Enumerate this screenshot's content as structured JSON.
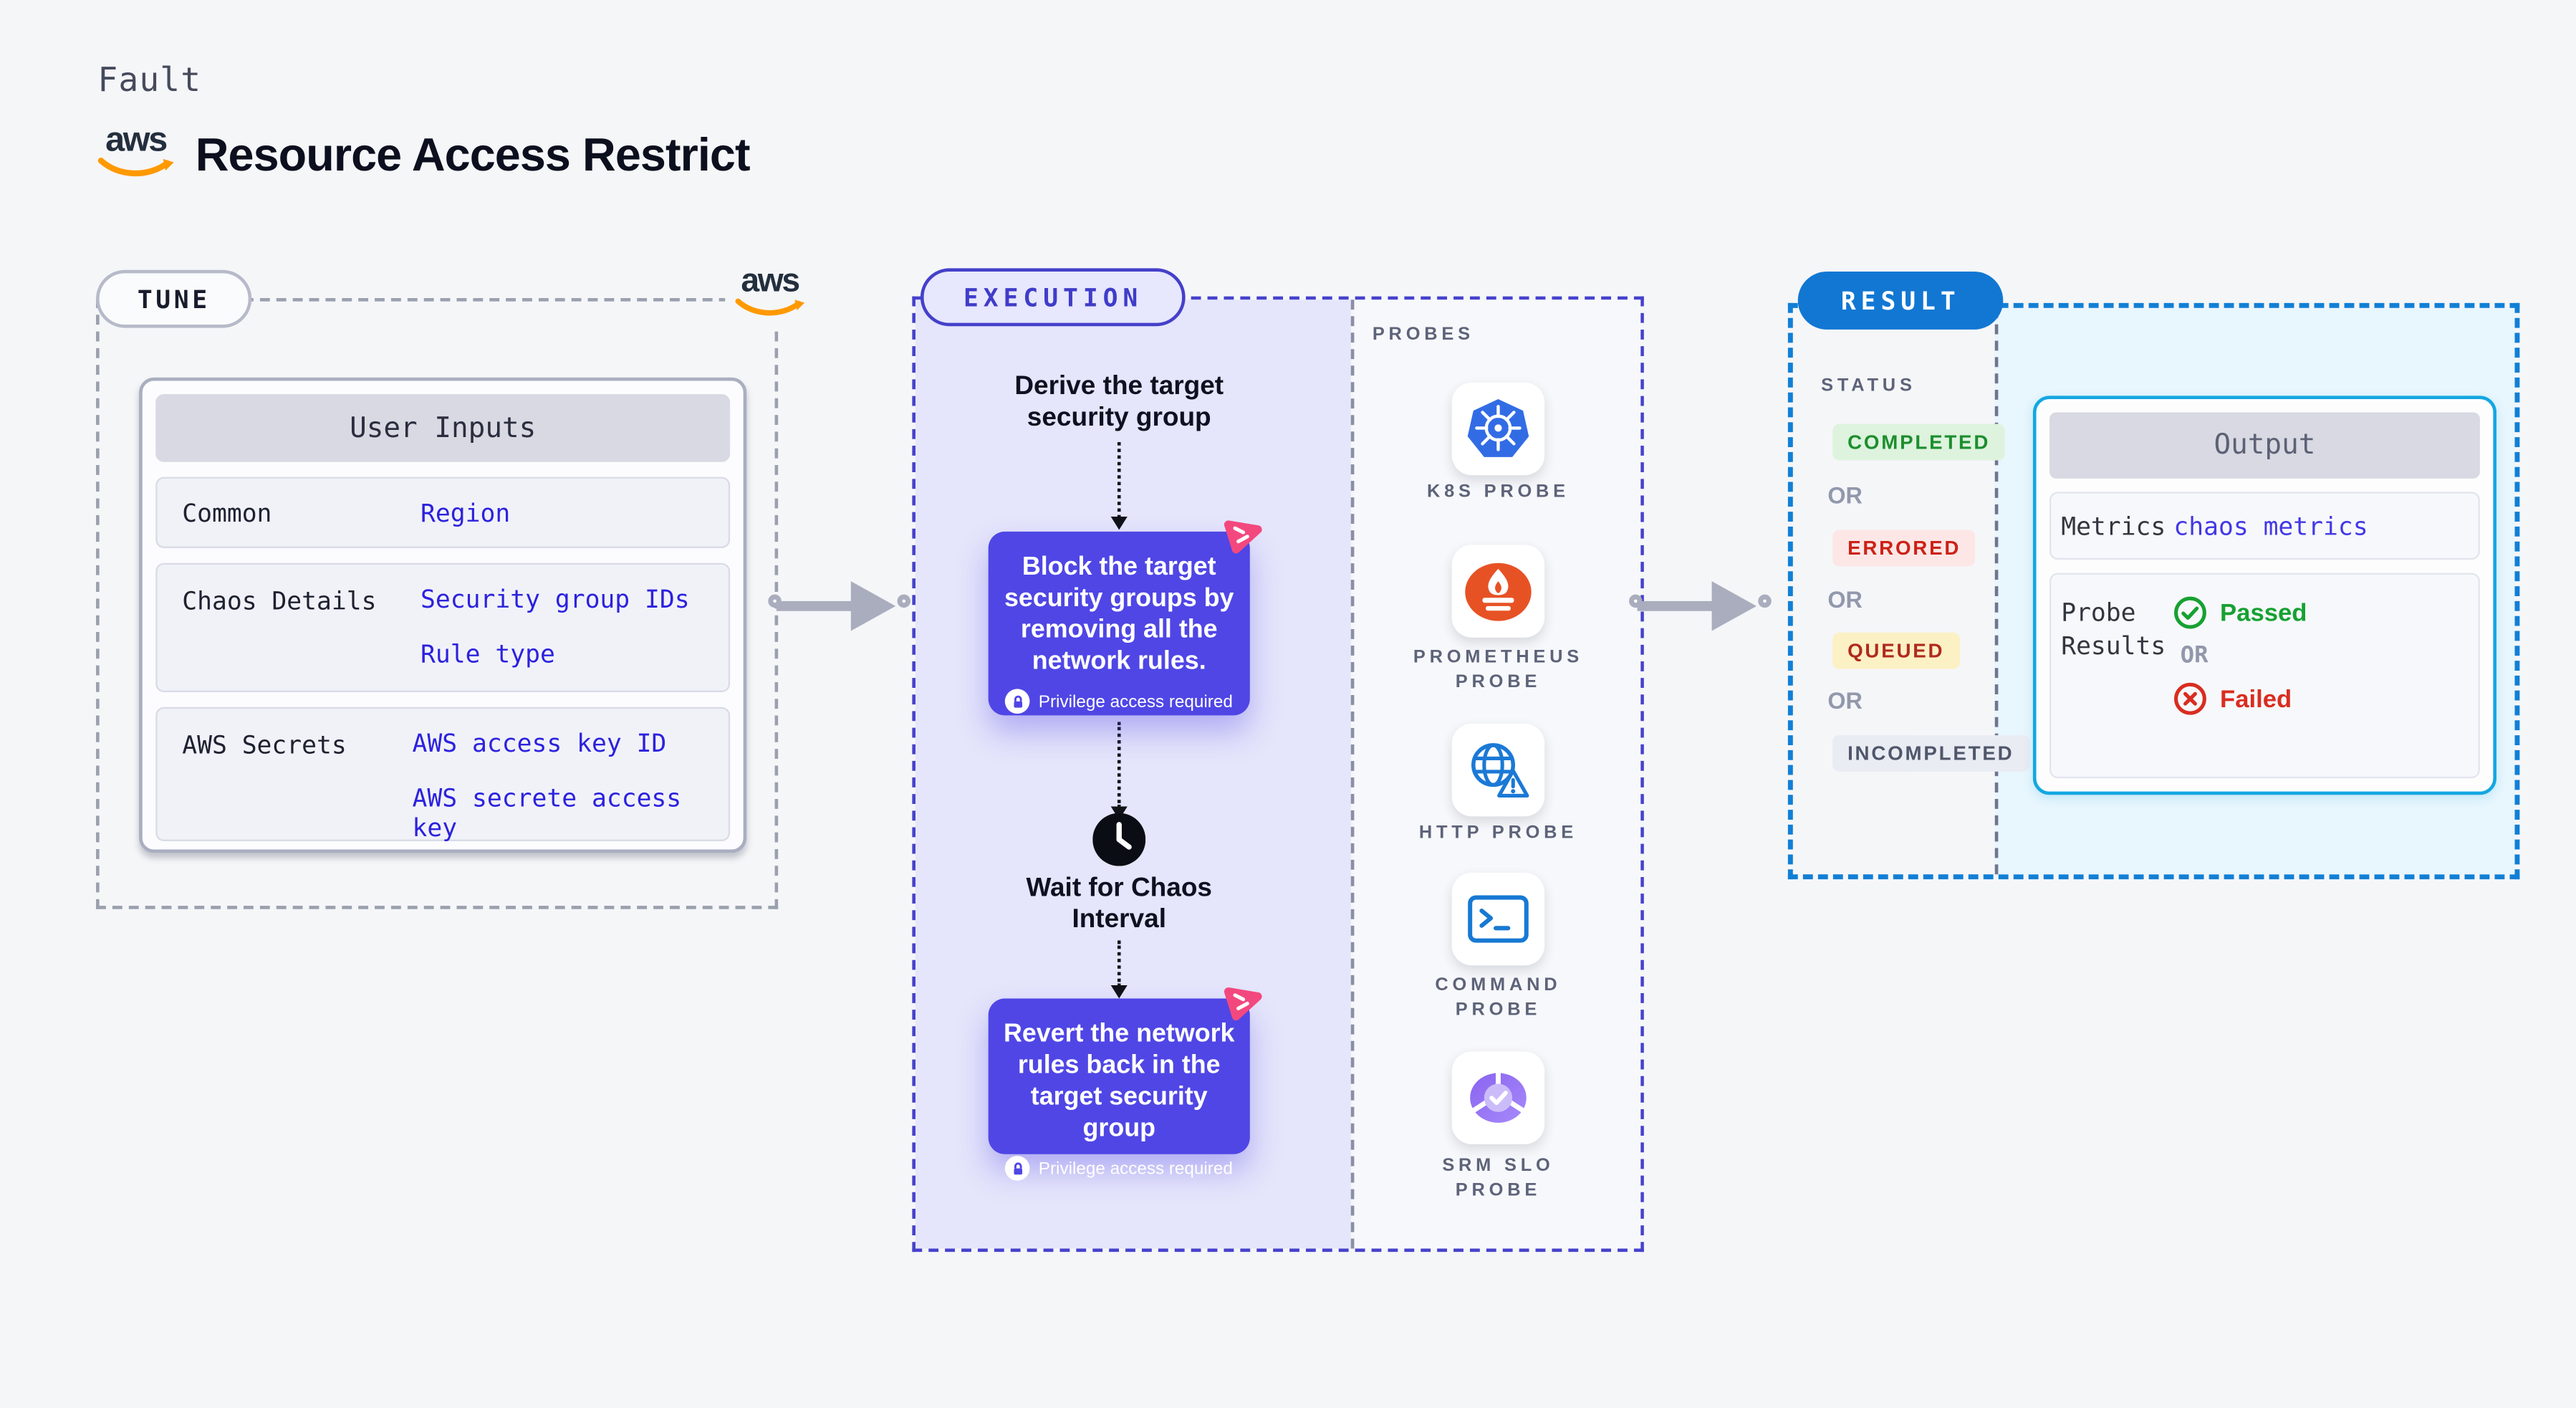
{
  "header": {
    "eyebrow": "Fault",
    "title": "Resource Access Restrict",
    "aws_logo_text": "aws"
  },
  "tune": {
    "badge": "TUNE",
    "aws_logo_text": "aws",
    "table": {
      "header": "User Inputs",
      "rows": [
        {
          "label": "Common",
          "values": [
            "Region"
          ]
        },
        {
          "label": "Chaos Details",
          "values": [
            "Security group IDs",
            "Rule type"
          ]
        },
        {
          "label": "AWS Secrets",
          "values": [
            "AWS access key ID",
            "AWS secrete access key"
          ]
        }
      ]
    }
  },
  "execution": {
    "badge": "EXECUTION",
    "derive_text": "Derive the target security group",
    "block_text": "Block the target security groups by removing all the network rules.",
    "privilege_text": "Privilege access required",
    "wait_text": "Wait for Chaos Interval",
    "revert_text": "Revert the network rules back in the target security group"
  },
  "probes": {
    "heading": "PROBES",
    "items": [
      {
        "label": "K8S PROBE",
        "icon": "kubernetes-icon"
      },
      {
        "label": "PROMETHEUS PROBE",
        "icon": "prometheus-icon"
      },
      {
        "label": "HTTP PROBE",
        "icon": "http-globe-icon"
      },
      {
        "label": "COMMAND PROBE",
        "icon": "terminal-icon"
      },
      {
        "label": "SRM SLO PROBE",
        "icon": "srm-slo-icon"
      }
    ]
  },
  "result": {
    "badge": "RESULT",
    "status": {
      "heading": "STATUS",
      "separator": "OR",
      "items": [
        {
          "label": "COMPLETED",
          "bg": "#ddf3de",
          "color": "#1d8e2e"
        },
        {
          "label": "ERRORED",
          "bg": "#fce7e6",
          "color": "#cc2217"
        },
        {
          "label": "QUEUED",
          "bg": "#fcf0c5",
          "color": "#b02a1c"
        },
        {
          "label": "INCOMPLETED",
          "bg": "#eaecf3",
          "color": "#50566b"
        }
      ]
    },
    "output": {
      "header": "Output",
      "metrics_label": "Metrics",
      "metrics_value": "chaos metrics",
      "probe_label": "Probe Results",
      "passed": "Passed",
      "or": "OR",
      "failed": "Failed"
    }
  },
  "colors": {
    "page_bg": "#f5f6f8",
    "execution_fill": "#e5e5fb",
    "execution_border": "#4642cc",
    "action_box": "#4f46e5",
    "pink_icon": "#f3487e",
    "result_border": "#117fd6",
    "result_badge": "#1277d3",
    "output_border": "#13a7e1",
    "output_fill_area": "#e8f6fd",
    "value_blue": "#2c22dd",
    "passed_green": "#16a132",
    "failed_red": "#d92d20",
    "aws_orange": "#ff9900",
    "kubernetes_blue": "#326ce5",
    "prometheus_orange": "#e75225"
  }
}
